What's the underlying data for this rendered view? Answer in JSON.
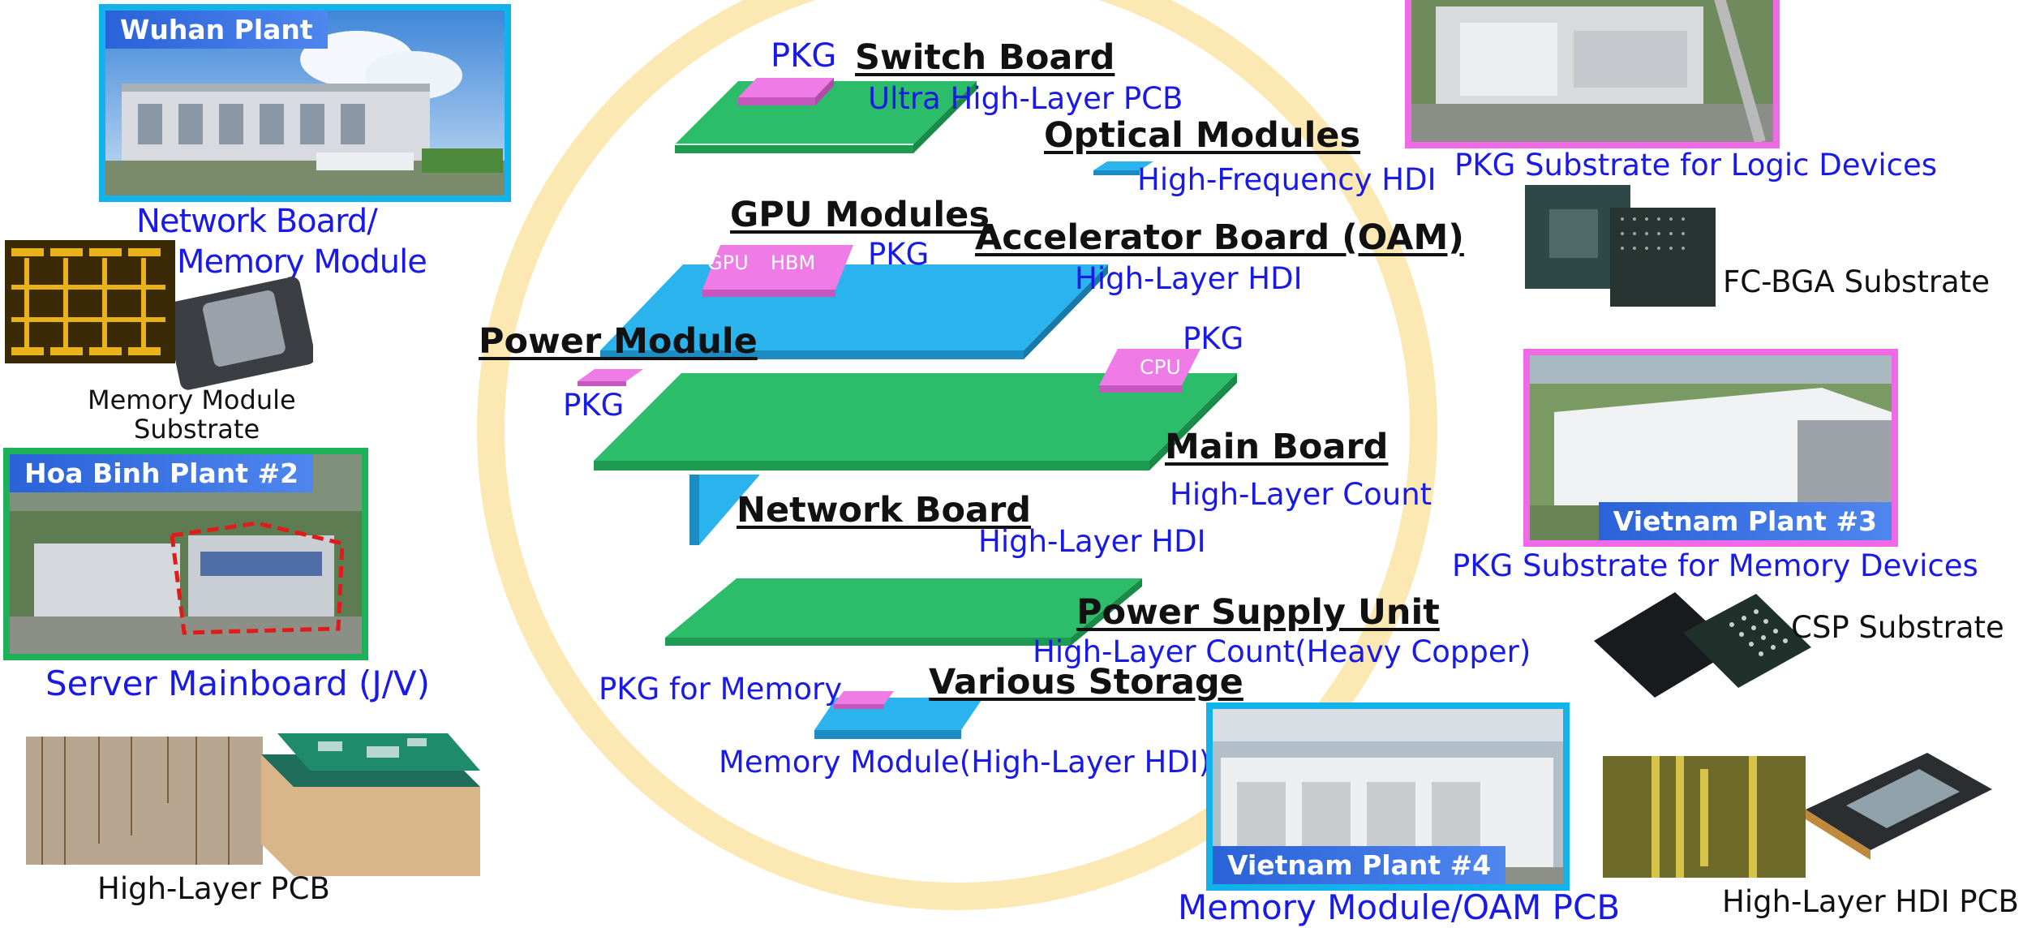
{
  "colors": {
    "board_green": "#2bbd6a",
    "board_cyan": "#2bb3ee",
    "pkg_pink": "#ef7be6",
    "label_blue": "#1a1ae6",
    "ring": "#fbe8b2",
    "border_cyan": "#12b3ea",
    "border_green": "#1fb15a",
    "border_pink": "#f06ae8"
  },
  "center": {
    "switch_board": {
      "title": "Switch Board",
      "pkg": "PKG",
      "sub": "Ultra High-Layer PCB"
    },
    "optical_modules": {
      "title": "Optical Modules",
      "sub": "High-Frequency HDI"
    },
    "gpu_modules": {
      "title": "GPU Modules",
      "chip_gpu": "GPU",
      "chip_hbm": "HBM",
      "pkg": "PKG"
    },
    "accelerator_board": {
      "title": "Accelerator Board (OAM)",
      "sub": "High-Layer HDI"
    },
    "power_module": {
      "title": "Power Module",
      "pkg": "PKG"
    },
    "main_board": {
      "title": "Main Board",
      "sub": "High-Layer Count",
      "pkg": "PKG",
      "chip_cpu": "CPU"
    },
    "network_board": {
      "title": "Network Board",
      "sub": "High-Layer HDI"
    },
    "power_supply_unit": {
      "title": "Power Supply Unit",
      "sub": "High-Layer Count(Heavy Copper)"
    },
    "various_storage": {
      "title": "Various Storage",
      "pkg": "PKG for Memory",
      "sub": "Memory Module(High-Layer HDI)"
    }
  },
  "left": {
    "wuhan_plant": {
      "tag": "Wuhan Plant",
      "caption_line1": "Network Board/",
      "caption_line2": "Memory Module"
    },
    "memory_module_substrate": {
      "line1": "Memory Module",
      "line2": "Substrate"
    },
    "hoa_binh_plant": {
      "tag": "Hoa Binh Plant #2",
      "caption": "Server Mainboard (J/V)"
    },
    "high_layer_pcb": {
      "caption": "High-Layer PCB"
    }
  },
  "right": {
    "logic_plant": {
      "caption": "PKG Substrate for Logic Devices"
    },
    "fcbga": {
      "caption": "FC-BGA Substrate"
    },
    "vietnam_plant_3": {
      "tag": "Vietnam Plant #3",
      "caption": "PKG Substrate for Memory Devices"
    },
    "csp": {
      "caption": "CSP Substrate"
    },
    "vietnam_plant_4": {
      "tag": "Vietnam Plant #4",
      "caption": "Memory Module/OAM PCB"
    },
    "hdi_pcb": {
      "caption": "High-Layer HDI PCB"
    }
  }
}
